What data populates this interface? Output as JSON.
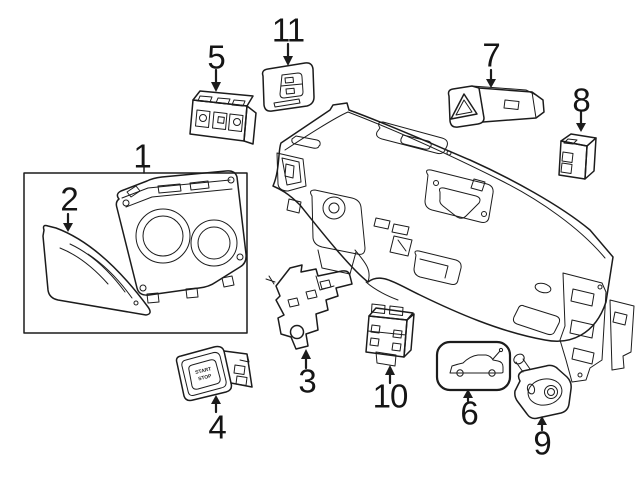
{
  "canvas": {
    "background_color": "#ffffff",
    "line_color": "#1c1c1c",
    "description_of_pixels": "black-and-white parts line diagram of a vehicle instrument panel with numbered callouts"
  },
  "callouts": [
    {
      "number": "1"
    },
    {
      "number": "2"
    },
    {
      "number": "3"
    },
    {
      "number": "4"
    },
    {
      "number": "5"
    },
    {
      "number": "6"
    },
    {
      "number": "7"
    },
    {
      "number": "8"
    },
    {
      "number": "9"
    },
    {
      "number": "10"
    },
    {
      "number": "11"
    }
  ],
  "labels": {
    "start_stop_line1": "START",
    "start_stop_line2": "STOP"
  },
  "icons": {
    "part7_face": "warning-triangle-icon",
    "part6_face": "car-trunk-open-icon"
  }
}
